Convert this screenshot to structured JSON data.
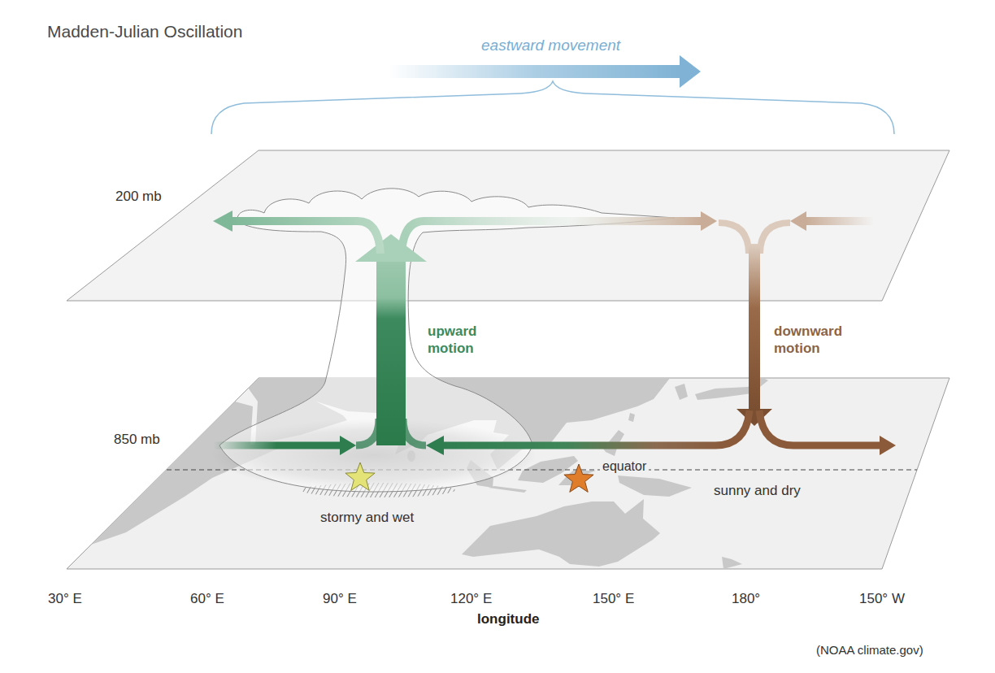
{
  "diagram": {
    "title": "Madden-Julian Oscillation",
    "caption": "(NOAA climate.gov)",
    "labels": [
      "eastward movement",
      "200 mb",
      "850 mb",
      "upward motion",
      "downward motion",
      "equator",
      "stormy and wet",
      "sunny and dry",
      "30° E",
      "60° E",
      "90° E",
      "120° E",
      "150° E",
      "180°",
      "150° W",
      "longitude"
    ]
  }
}
